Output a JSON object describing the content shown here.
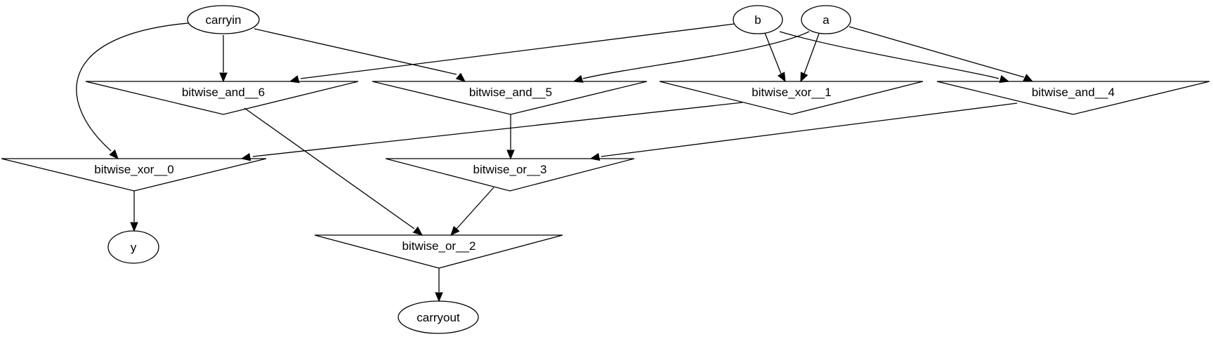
{
  "nodes": {
    "carryin": {
      "label": "carryin",
      "shape": "ellipse"
    },
    "b": {
      "label": "b",
      "shape": "ellipse"
    },
    "a": {
      "label": "a",
      "shape": "ellipse"
    },
    "bitwise_and_6": {
      "label": "bitwise_and__6",
      "shape": "invtriangle"
    },
    "bitwise_and_5": {
      "label": "bitwise_and__5",
      "shape": "invtriangle"
    },
    "bitwise_xor_1": {
      "label": "bitwise_xor__1",
      "shape": "invtriangle"
    },
    "bitwise_and_4": {
      "label": "bitwise_and__4",
      "shape": "invtriangle"
    },
    "bitwise_xor_0": {
      "label": "bitwise_xor__0",
      "shape": "invtriangle"
    },
    "bitwise_or_3": {
      "label": "bitwise_or__3",
      "shape": "invtriangle"
    },
    "y": {
      "label": "y",
      "shape": "ellipse"
    },
    "bitwise_or_2": {
      "label": "bitwise_or__2",
      "shape": "invtriangle"
    },
    "carryout": {
      "label": "carryout",
      "shape": "ellipse"
    }
  },
  "edges": [
    {
      "from": "carryin",
      "to": "bitwise_and_6"
    },
    {
      "from": "carryin",
      "to": "bitwise_and_5"
    },
    {
      "from": "carryin",
      "to": "bitwise_xor_0"
    },
    {
      "from": "b",
      "to": "bitwise_and_6"
    },
    {
      "from": "b",
      "to": "bitwise_xor_1"
    },
    {
      "from": "b",
      "to": "bitwise_and_4"
    },
    {
      "from": "a",
      "to": "bitwise_and_5"
    },
    {
      "from": "a",
      "to": "bitwise_xor_1"
    },
    {
      "from": "a",
      "to": "bitwise_and_4"
    },
    {
      "from": "bitwise_and_6",
      "to": "bitwise_or_2"
    },
    {
      "from": "bitwise_and_5",
      "to": "bitwise_or_3"
    },
    {
      "from": "bitwise_xor_1",
      "to": "bitwise_xor_0"
    },
    {
      "from": "bitwise_and_4",
      "to": "bitwise_or_3"
    },
    {
      "from": "bitwise_xor_0",
      "to": "y"
    },
    {
      "from": "bitwise_or_3",
      "to": "bitwise_or_2"
    },
    {
      "from": "bitwise_or_2",
      "to": "carryout"
    }
  ]
}
